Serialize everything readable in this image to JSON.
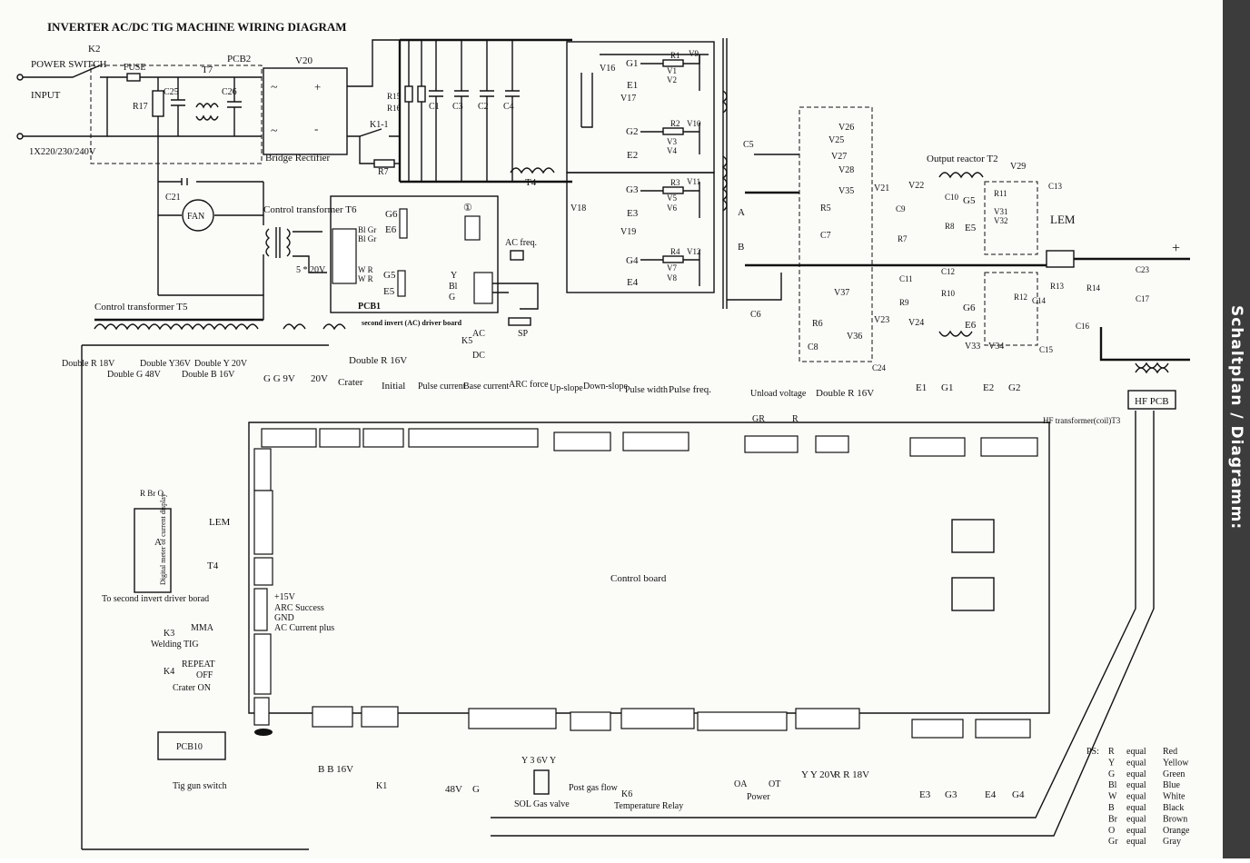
{
  "title": "INVERTER AC/DC TIG MACHINE  WIRING DIAGRAM",
  "sidebar": {
    "label": "Schaltplan / Diagramm:"
  },
  "input": {
    "k2": "K2",
    "power_switch": "POWER SWITCH",
    "input": "INPUT",
    "voltage": "1X220/230/240V",
    "fuse": "FUSE",
    "t7": "T7",
    "pcb2": "PCB2",
    "v20": "V20",
    "r17": "R17",
    "c25": "C25",
    "c26": "C26",
    "bridge": "Bridge Rectifier",
    "r15": "R15",
    "r16": "R16",
    "k1_1": "K1-1",
    "r7": "R7",
    "c1": "C1",
    "c3": "C3",
    "c2": "C2",
    "c4": "C4",
    "t4": "T4",
    "c21": "C21",
    "fan": "FAN",
    "control_transformer_t6": "Control transformer T6",
    "control_transformer_t5": "Control transformer T5",
    "five_20v": "5 * 20V"
  },
  "driver": {
    "g1": "G1",
    "e1": "E1",
    "g2": "G2",
    "e2": "E2",
    "g3": "G3",
    "e3": "E3",
    "g4": "G4",
    "e4": "E4",
    "r1": "R1",
    "r2": "R2",
    "r3": "R3",
    "r4": "R4",
    "v1": "V1",
    "v2": "V2",
    "v3": "V3",
    "v4": "V4",
    "v5": "V5",
    "v6": "V6",
    "v7": "V7",
    "v8": "V8",
    "v9": "V9",
    "v10": "V10",
    "v11": "V11",
    "v12": "V12",
    "v16": "V16",
    "v17": "V17",
    "v18": "V18",
    "v19": "V19",
    "pcb1": "PCB1",
    "second_board": "second invert (AC) driver board",
    "g6": "G6",
    "e6": "E6",
    "g5": "G5",
    "e5": "E5",
    "ac_freq": "AC freq.",
    "k5": "K5",
    "ac": "AC",
    "dc": "DC",
    "sp": "SP"
  },
  "output": {
    "c5": "C5",
    "c6": "C6",
    "a": "A",
    "b": "B",
    "v25": "V25",
    "v26": "V26",
    "v27": "V27",
    "v28": "V28",
    "v35": "V35",
    "v36": "V36",
    "v37": "V37",
    "r5": "R5",
    "r6": "R6",
    "c7": "C7",
    "c8": "C8",
    "v21": "V21",
    "v22": "V22",
    "v23": "V23",
    "v24": "V24",
    "c9": "C9",
    "r7": "R7",
    "c10": "C10",
    "r8": "R8",
    "c11": "C11",
    "c12": "C12",
    "r9": "R9",
    "r10": "R10",
    "output_reactor": "Output reactor T2",
    "v29": "V29",
    "c13": "C13",
    "g5": "G5",
    "e5": "E5",
    "r11": "R11",
    "v31": "V31",
    "v32": "V32",
    "lem": "LEM",
    "plus": "+",
    "minus": "-",
    "r14": "R14",
    "c23": "C23",
    "c17": "C17",
    "g6": "G6",
    "e6": "E6",
    "r12": "R12",
    "r13": "R13",
    "c14": "C14",
    "c16": "C16",
    "c15": "C15",
    "v33": "V33",
    "v34": "V34",
    "c24": "C24",
    "hf_pcb": "HF PCB"
  },
  "board": {
    "title": "Control board",
    "double_r18": "Double R 18V",
    "double_y36": "Double Y36V",
    "double_g48": "Double G 48V",
    "double_y20": "Double Y 20V",
    "double_b16": "Double B  16V",
    "double_r16": "Double R  16V",
    "gg9v": "G G 9V",
    "v20": "20V",
    "crater": "Crater",
    "initial": "Initial",
    "pulse_current": "Pulse current",
    "base_current": "Base current",
    "arc_force": "ARC force",
    "up_slope": "Up-slope",
    "down_slope": "Down-slope",
    "pulse_width": "Pulse  width",
    "pulse_freq": "Pulse  freq.",
    "unload": "Unload voltage",
    "gr": "GR",
    "r": "R",
    "double_r_16v": "Double R 16V",
    "e1": "E1",
    "g1": "G1",
    "e2": "E2",
    "g2": "G2",
    "hf_transformer": "HF transformer(coil)T3",
    "digital_meter": "Digital meter of current display",
    "meter_a": "A",
    "r_br_o": "R Br O",
    "lem": "LEM",
    "t4": "T4",
    "to_second": "To second invert driver borad",
    "p15v": "+15V",
    "arc_success": "ARC Success",
    "gnd": "GND",
    "ac_current": "AC Current plus",
    "k3": "K3",
    "mma": "MMA",
    "welding_tig": "Welding  TIG",
    "k4": "K4",
    "repeat": "REPEAT",
    "off": "OFF",
    "crater_on": "Crater ON",
    "pcb10": "PCB10",
    "tig_gun": "Tig gun switch",
    "b16v": "B  B 16V",
    "k1": "K1",
    "v48": "48V",
    "g": "G",
    "sol": "SOL Gas valve",
    "y36": "Y 3 6V Y",
    "post_gas": "Post gas flow",
    "k6": "K6",
    "temp_relay": "Temperature Relay",
    "power": "Power",
    "oa": "OA",
    "ot": "OT",
    "y20v": "Y  Y 20V",
    "r18v": "R  R 18V",
    "e3": "E3",
    "g3": "G3",
    "e4": "E4",
    "g4": "G4"
  },
  "legend": {
    "title": "PS:",
    "rows": [
      {
        "k": "R",
        "v": "Red"
      },
      {
        "k": "Y",
        "v": "Yellow"
      },
      {
        "k": "G",
        "v": "Green"
      },
      {
        "k": "Bl",
        "v": "Blue"
      },
      {
        "k": "W",
        "v": "White"
      },
      {
        "k": "B",
        "v": "Black"
      },
      {
        "k": "Br",
        "v": "Brown"
      },
      {
        "k": "O",
        "v": "Orange"
      },
      {
        "k": "Gr",
        "v": "Gray"
      }
    ],
    "eq": "equal"
  }
}
